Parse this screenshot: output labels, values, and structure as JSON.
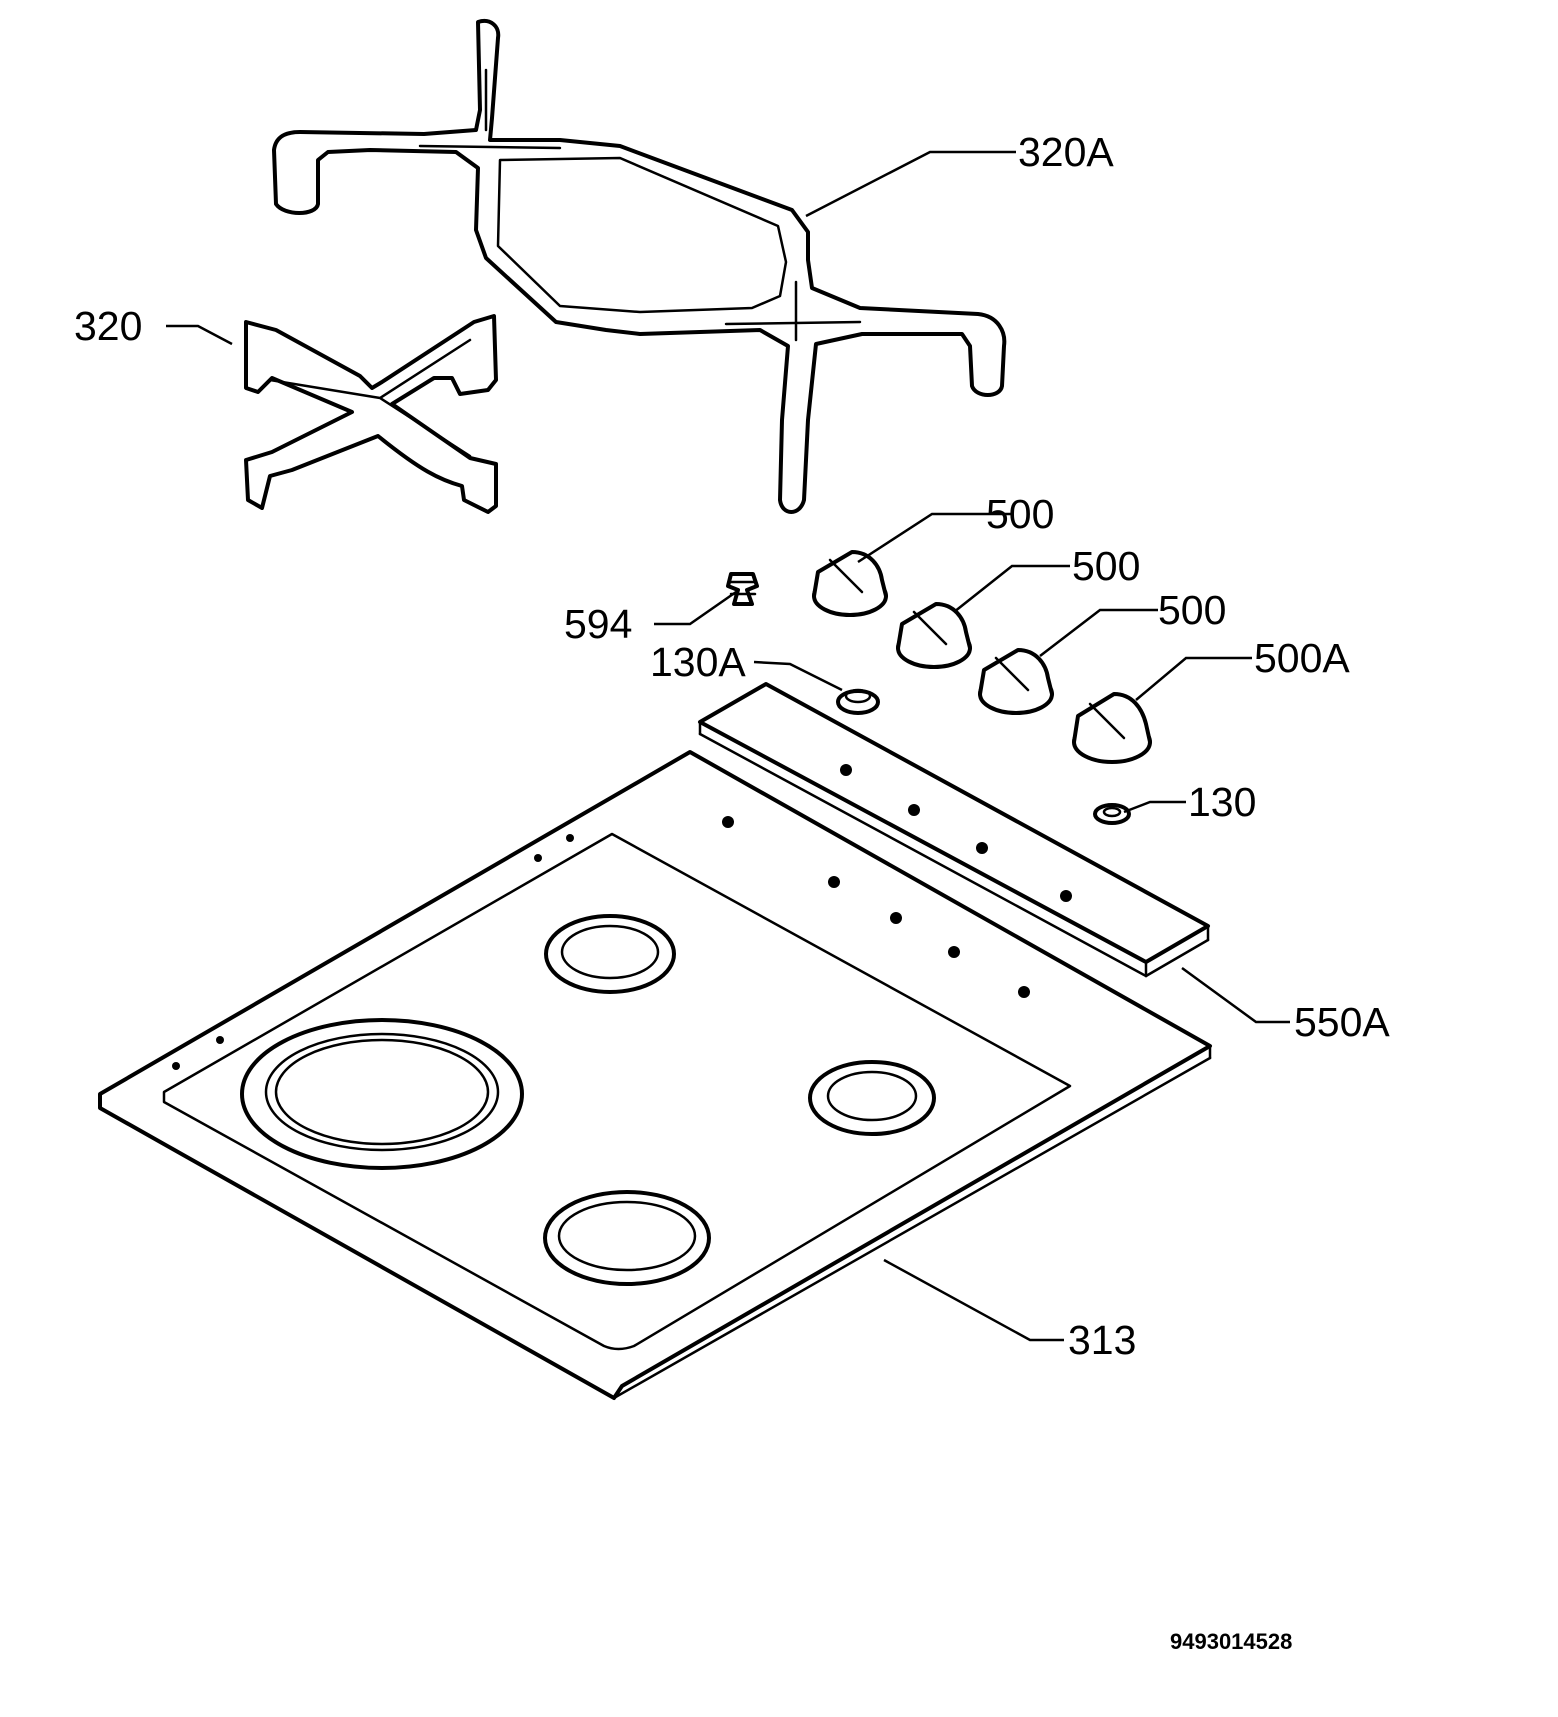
{
  "callouts": {
    "grid_large": "320A",
    "grid_small": "320",
    "knob_1": "500",
    "knob_2": "500",
    "knob_3": "500",
    "knob_4": "500A",
    "injector": "594",
    "spacer_a": "130A",
    "spacer": "130",
    "control_strip": "550A",
    "hob_top": "313"
  },
  "document_number": "9493014528",
  "colors": {
    "line": "#000000",
    "background": "#ffffff"
  }
}
